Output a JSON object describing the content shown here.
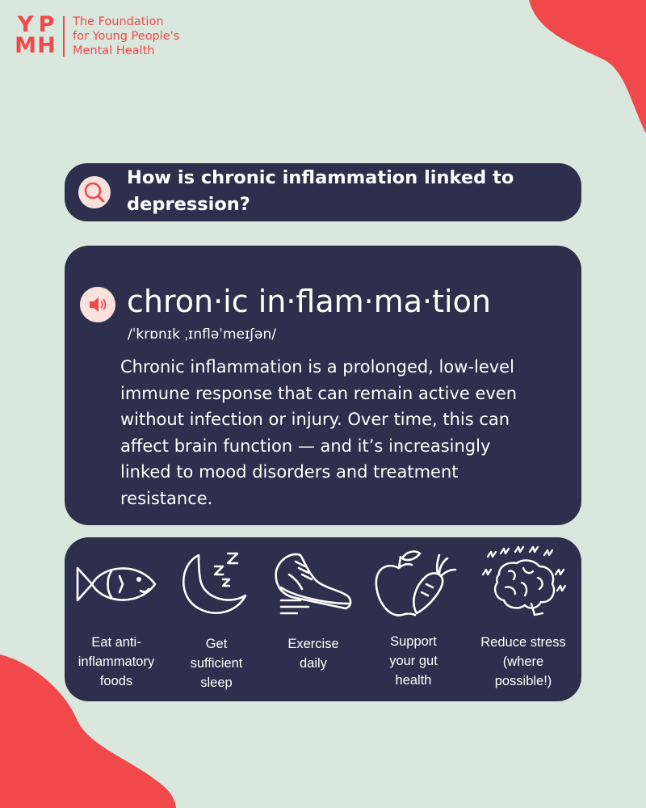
{
  "brand": {
    "logo_letters": [
      "Y",
      "P",
      "M",
      "H"
    ],
    "name_lines": [
      "The Foundation",
      "for Young People's",
      "Mental Health"
    ]
  },
  "colors": {
    "background": "#d9e7dc",
    "accent": "#f0484b",
    "panel": "#2d2f4c",
    "icon_bg": "#fbe1db",
    "text": "#ffffff"
  },
  "search": {
    "icon": "search-icon",
    "query_lines": [
      "How is chronic inflammation linked to",
      "depression?"
    ]
  },
  "definition": {
    "icon": "speaker-icon",
    "word": "chron·ic in·flam·ma·tion",
    "phonetic": "/ˈkrɒnɪk ˌɪnfləˈmeɪʃən/",
    "text_lines": [
      "Chronic inflammation is a prolonged, low-level",
      "immune response that can remain active even",
      "without infection or injury. Over time, this can",
      "affect brain function — and it’s increasingly",
      "linked to mood disorders and treatment",
      "resistance."
    ]
  },
  "tips": [
    {
      "icon": "fish-icon",
      "lines": [
        "Eat anti-",
        "inflammatory",
        "foods"
      ]
    },
    {
      "icon": "moon-sleep-icon",
      "lines": [
        "Get",
        "sufficient",
        "sleep"
      ]
    },
    {
      "icon": "running-shoe-icon",
      "lines": [
        "Exercise",
        "daily"
      ]
    },
    {
      "icon": "apple-carrot-icon",
      "lines": [
        "Support",
        "your gut",
        "health"
      ]
    },
    {
      "icon": "stressed-brain-icon",
      "lines": [
        "Reduce stress",
        "(where",
        "possible!)"
      ]
    }
  ]
}
